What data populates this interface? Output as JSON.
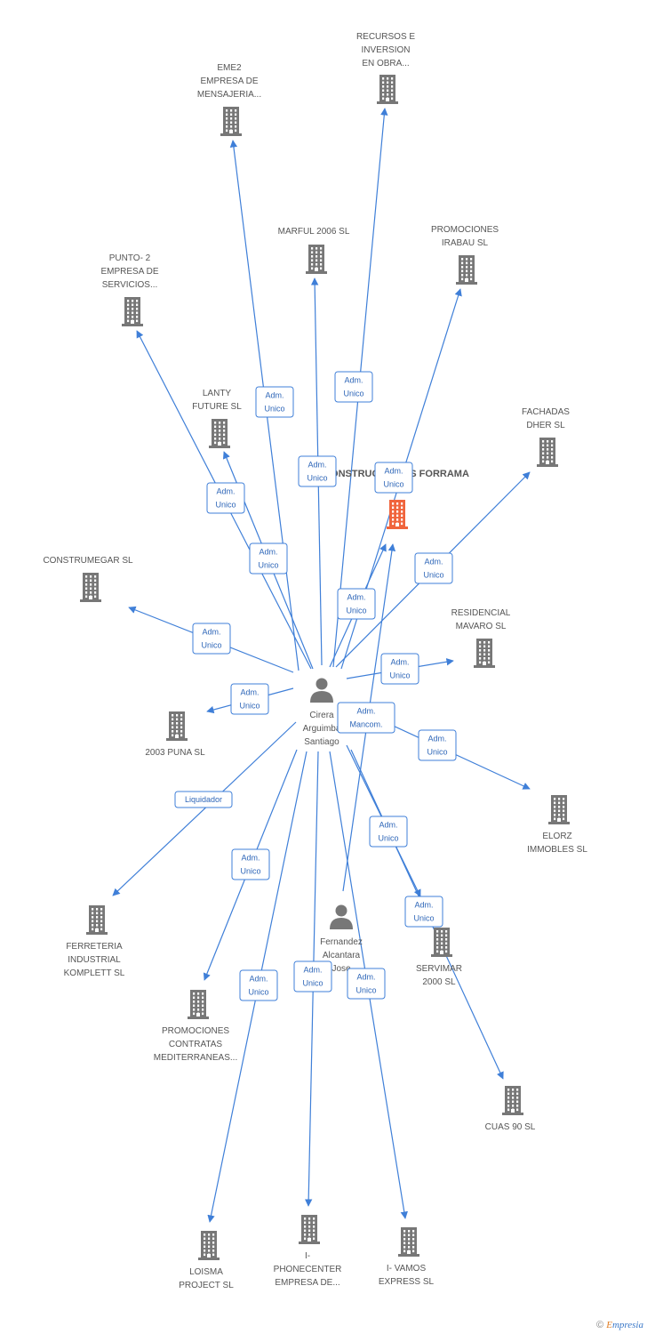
{
  "colors": {
    "edge": "#3f7fd8",
    "company_icon": "#777777",
    "focus_icon": "#f0643c",
    "person_icon": "#777777",
    "label": "#555555",
    "relation_text": "#2e66b8"
  },
  "people": [
    {
      "id": "p1",
      "label_lines": [
        "Cirera",
        "Arguimba",
        "Santiago"
      ],
      "icon": "person-icon"
    },
    {
      "id": "p2",
      "label_lines": [
        "Fernandez",
        "Alcantara",
        "Jose"
      ],
      "icon": "person-icon"
    }
  ],
  "companies": [
    {
      "id": "eme2",
      "label_lines": [
        "EME2",
        "EMPRESA DE",
        "MENSAJERIA..."
      ],
      "icon": "building-icon"
    },
    {
      "id": "recursos",
      "label_lines": [
        "RECURSOS E",
        "INVERSION",
        "EN OBRA..."
      ],
      "icon": "building-icon"
    },
    {
      "id": "marful",
      "label_lines": [
        "MARFUL 2006 SL"
      ],
      "icon": "building-icon"
    },
    {
      "id": "irabau",
      "label_lines": [
        "PROMOCIONES",
        "IRABAU SL"
      ],
      "icon": "building-icon"
    },
    {
      "id": "punto2",
      "label_lines": [
        "PUNTO- 2",
        "EMPRESA DE",
        "SERVICIOS..."
      ],
      "icon": "building-icon"
    },
    {
      "id": "lanty",
      "label_lines": [
        "LANTY",
        "FUTURE SL"
      ],
      "icon": "building-icon"
    },
    {
      "id": "focus",
      "label_lines": [
        "CONSTRUCCIONES FORRAMA",
        "SL"
      ],
      "icon": "building-icon",
      "focus": true
    },
    {
      "id": "fachadas",
      "label_lines": [
        "FACHADAS",
        "DHER SL"
      ],
      "icon": "building-icon"
    },
    {
      "id": "construmegar",
      "label_lines": [
        "CONSTRUMEGAR SL"
      ],
      "icon": "building-icon"
    },
    {
      "id": "mavaro",
      "label_lines": [
        "RESIDENCIAL",
        "MAVARO SL"
      ],
      "icon": "building-icon"
    },
    {
      "id": "puna",
      "label_lines": [
        "2003 PUNA SL"
      ],
      "icon": "building-icon"
    },
    {
      "id": "elorz",
      "label_lines": [
        "ELORZ",
        "IMMOBLES SL"
      ],
      "icon": "building-icon"
    },
    {
      "id": "komplett",
      "label_lines": [
        "FERRETERIA",
        "INDUSTRIAL",
        "KOMPLETT SL"
      ],
      "icon": "building-icon"
    },
    {
      "id": "servimar",
      "label_lines": [
        "SERVIMAR",
        "2000 SL"
      ],
      "icon": "building-icon"
    },
    {
      "id": "promed",
      "label_lines": [
        "PROMOCIONES",
        "CONTRATAS",
        "MEDITERRANEAS..."
      ],
      "icon": "building-icon"
    },
    {
      "id": "cuas",
      "label_lines": [
        "CUAS 90 SL"
      ],
      "icon": "building-icon"
    },
    {
      "id": "loisma",
      "label_lines": [
        "LOISMA",
        "PROJECT SL"
      ],
      "icon": "building-icon"
    },
    {
      "id": "phonecenter",
      "label_lines": [
        "I-",
        "PHONECENTER",
        "EMPRESA DE..."
      ],
      "icon": "building-icon"
    },
    {
      "id": "vamos",
      "label_lines": [
        "I- VAMOS",
        "EXPRESS SL"
      ],
      "icon": "building-icon"
    }
  ],
  "relations": [
    {
      "from": "p1",
      "to": "eme2",
      "label_lines": [
        "Adm.",
        "Unico"
      ]
    },
    {
      "from": "p1",
      "to": "recursos",
      "label_lines": [
        "Adm.",
        "Unico"
      ]
    },
    {
      "from": "p1",
      "to": "marful",
      "label_lines": [
        "Adm.",
        "Unico"
      ]
    },
    {
      "from": "p1",
      "to": "irabau",
      "label_lines": [
        "Adm.",
        "Unico"
      ]
    },
    {
      "from": "p1",
      "to": "punto2",
      "label_lines": [
        "Adm.",
        "Unico"
      ]
    },
    {
      "from": "p1",
      "to": "lanty",
      "label_lines": [
        "Adm.",
        "Unico"
      ]
    },
    {
      "from": "p1",
      "to": "focus",
      "label_lines": [
        "Adm.",
        "Unico"
      ]
    },
    {
      "from": "p1",
      "to": "fachadas",
      "label_lines": [
        "Adm.",
        "Unico"
      ]
    },
    {
      "from": "p1",
      "to": "construmegar",
      "label_lines": [
        "Adm.",
        "Unico"
      ]
    },
    {
      "from": "p1",
      "to": "mavaro",
      "label_lines": [
        "Adm.",
        "Unico"
      ]
    },
    {
      "from": "p1",
      "to": "puna",
      "label_lines": [
        "Adm.",
        "Unico"
      ]
    },
    {
      "from": "p1",
      "to": "elorz",
      "label_lines": [
        "Adm.",
        "Unico"
      ]
    },
    {
      "from": "p1",
      "to": "komplett",
      "label_lines": [
        "Liquidador"
      ]
    },
    {
      "from": "p1",
      "to": "servimar",
      "label_lines": [
        "Adm.",
        "Unico"
      ]
    },
    {
      "from": "p1",
      "to": "promed",
      "label_lines": [
        "Adm.",
        "Unico"
      ]
    },
    {
      "from": "p1",
      "to": "cuas",
      "label_lines": [
        "Adm.",
        "Unico"
      ]
    },
    {
      "from": "p1",
      "to": "loisma",
      "label_lines": [
        "Adm.",
        "Unico"
      ]
    },
    {
      "from": "p1",
      "to": "phonecenter",
      "label_lines": [
        "Adm.",
        "Unico"
      ]
    },
    {
      "from": "p1",
      "to": "vamos",
      "label_lines": [
        "Adm.",
        "Unico"
      ]
    },
    {
      "from": "p2",
      "to": "focus",
      "label_lines": [
        "Adm.",
        "Mancom."
      ]
    }
  ],
  "footer": {
    "copyright": "©",
    "brand_first": "E",
    "brand_rest": "mpresia"
  }
}
